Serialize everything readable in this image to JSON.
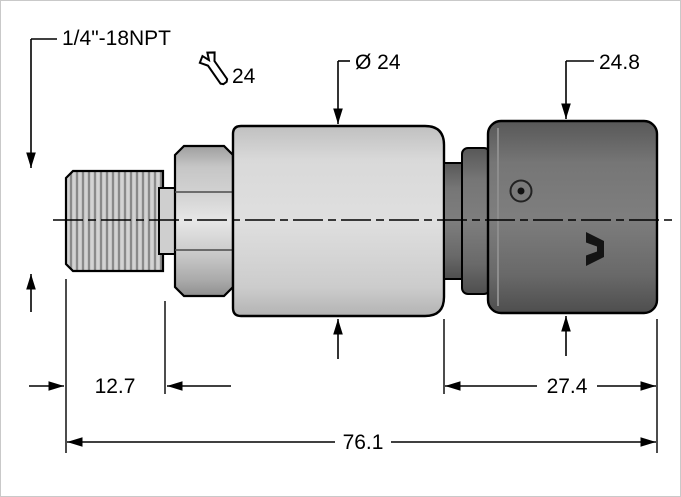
{
  "drawing": {
    "annotations": {
      "thread_spec": "1/4\"-18NPT",
      "wrench_size": "24",
      "body_diameter": "Ø 24",
      "connector_size": "24.8",
      "thread_length": "12.7",
      "connector_length": "27.4",
      "overall_length": "76.1"
    },
    "colors": {
      "outline": "#000000",
      "body_fill": "#d6d6d6",
      "hex_fill": "#d0d0d0",
      "connector_fill": "#707070",
      "background": "#ffffff"
    }
  }
}
